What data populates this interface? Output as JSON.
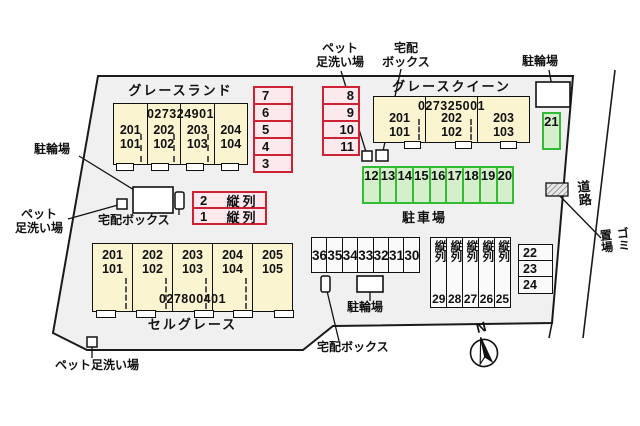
{
  "site": {
    "buildings": [
      {
        "name": "グレースランド",
        "serial": "027324901",
        "units": [
          {
            "upper": "201",
            "lower": "101"
          },
          {
            "upper": "202",
            "lower": "102"
          },
          {
            "upper": "203",
            "lower": "103"
          },
          {
            "upper": "204",
            "lower": "104"
          }
        ]
      },
      {
        "name": "グレースクイーン",
        "serial": "027325001",
        "units": [
          {
            "upper": "201",
            "lower": "101"
          },
          {
            "upper": "202",
            "lower": "102"
          },
          {
            "upper": "203",
            "lower": "103"
          }
        ]
      },
      {
        "name": "セルグレース",
        "serial": "027800401",
        "units": [
          {
            "upper": "201",
            "lower": "101"
          },
          {
            "upper": "202",
            "lower": "102"
          },
          {
            "upper": "203",
            "lower": "103"
          },
          {
            "upper": "204",
            "lower": "104"
          },
          {
            "upper": "205",
            "lower": "105"
          }
        ]
      }
    ],
    "labels": {
      "parking_lot": "駐車場",
      "bicycle_parking": "駐輪場",
      "delivery_box": "宅配ボックス",
      "pet_wash": "ペット足洗い場",
      "pet_wash_line1": "ペット",
      "pet_wash_line2": "足洗い場",
      "delivery_line1": "宅配",
      "delivery_line2": "ボックス",
      "road": "道路",
      "garbage_line1": "ゴミ",
      "garbage_line2": "置場",
      "north": "N",
      "tandem": "縦列"
    },
    "parking": {
      "red_col_a": [
        "7",
        "6",
        "5",
        "4",
        "3"
      ],
      "red_col_b": [
        "8",
        "9",
        "10",
        "11"
      ],
      "green_row": [
        "12",
        "13",
        "14",
        "15",
        "16",
        "17",
        "18",
        "19",
        "20"
      ],
      "green_single": "21",
      "white_row": [
        "36",
        "35",
        "34",
        "33",
        "32",
        "31",
        "30"
      ],
      "tandem_numbers": [
        "29",
        "28",
        "27",
        "26",
        "25"
      ],
      "right_col": [
        "22",
        "23",
        "24"
      ],
      "pink_rows": [
        "2",
        "1"
      ]
    },
    "colors": {
      "accent_red": "#cc2233",
      "accent_green": "#33bb33",
      "building_fill": "#faf4d1",
      "site_fill": "#f0f0f0",
      "pink_fill": "#fbe9ee",
      "green_fill": "#d5eecb"
    }
  }
}
